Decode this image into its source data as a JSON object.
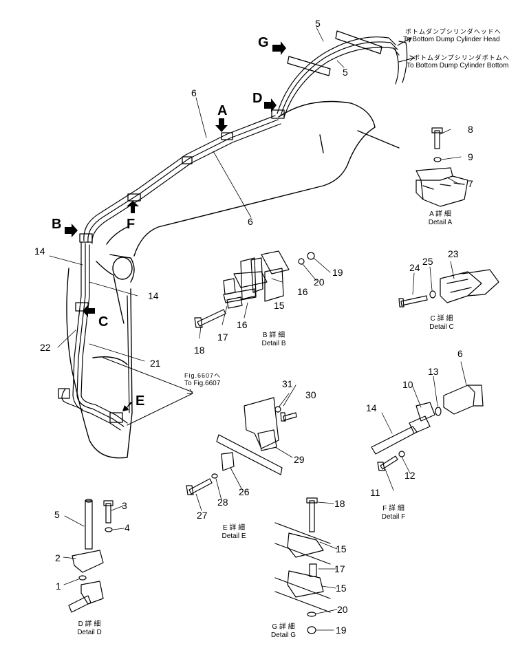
{
  "destinations": {
    "head_jp": "ボトムダンプシリンダヘッドへ",
    "head_en": "To Bottom Dump Cylinder Head",
    "bottom_jp": "ボトムダンプシリンダボトムへ",
    "bottom_en": "To Bottom Dump Cylinder Bottom",
    "fig_jp": "Fig.6607へ",
    "fig_en": "To Fig.6607"
  },
  "view_letters": [
    "A",
    "B",
    "C",
    "D",
    "E",
    "F",
    "G"
  ],
  "part_numbers": [
    "1",
    "2",
    "3",
    "4",
    "5",
    "6",
    "7",
    "8",
    "9",
    "10",
    "11",
    "12",
    "13",
    "14",
    "15",
    "16",
    "17",
    "18",
    "19",
    "20",
    "21",
    "22",
    "23",
    "24",
    "25",
    "26",
    "27",
    "28",
    "29",
    "30",
    "31"
  ],
  "details": {
    "a_jp": "A 詳 細",
    "a_en": "Detail A",
    "b_jp": "B 詳 細",
    "b_en": "Detail B",
    "c_jp": "C 詳 細",
    "c_en": "Detail C",
    "d_jp": "D 詳 細",
    "d_en": "Detail D",
    "e_jp": "E 詳 細",
    "e_en": "Detail E",
    "f_jp": "F 詳 細",
    "f_en": "Detail F",
    "g_jp": "G 詳 細",
    "g_en": "Detail G"
  }
}
